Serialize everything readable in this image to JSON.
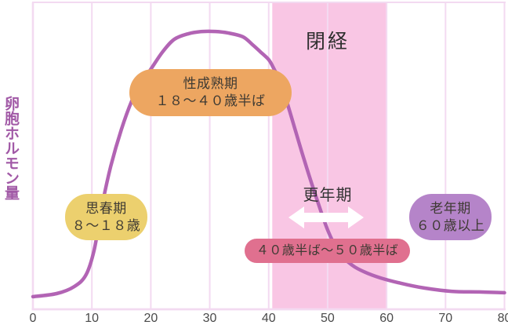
{
  "title_text": "",
  "colors": {
    "curve": "#b264b4",
    "grid": "#f3daf1",
    "band": "#f9c6e4",
    "puberty_pill": "#ecd06e",
    "maturity_pill": "#eda661",
    "range_pill": "#e0708f",
    "senior_pill": "#b584c9",
    "ylabel": "#a159a6",
    "text_dark": "#3a3a3a",
    "tick": "#4a4a4a",
    "arrow": "#ffffff"
  },
  "y_axis": {
    "label": "卵胞ホルモン量"
  },
  "x_axis": {
    "tick_labels": [
      "0",
      "10",
      "20",
      "30",
      "40",
      "50",
      "60",
      "70",
      "80"
    ]
  },
  "labels": {
    "menopause": "閉経",
    "kounenki": "更年期",
    "kounenki_range": "４０歳半ば～５０歳半ば",
    "puberty": {
      "title": "思春期",
      "range": "８～１８歳"
    },
    "maturity": {
      "title": "性成熟期",
      "range": "１８～４０歳半ば"
    },
    "senior": {
      "title": "老年期",
      "range": "６０歳以上"
    }
  },
  "chart_data": {
    "type": "line",
    "title": "",
    "ylabel": "卵胞ホルモン量",
    "xlim": [
      0,
      80
    ],
    "ylim": [
      0,
      1
    ],
    "y_scale_note": "relative hormone level (no numeric y ticks shown)",
    "grid": "vertical gridlines every 10 years",
    "x_ticks": [
      0,
      10,
      20,
      30,
      40,
      50,
      60,
      70,
      80
    ],
    "band": {
      "label": "閉経",
      "from_age": 40.6,
      "to_age": 60
    },
    "annotations": [
      {
        "text": "思春期 ８～１８歳",
        "age_range": [
          8,
          18
        ]
      },
      {
        "text": "性成熟期 １８～４０歳半ば",
        "age_range": [
          18,
          45
        ]
      },
      {
        "text": "更年期 ４０歳半ば～５０歳半ば",
        "age_range": [
          45,
          55
        ]
      },
      {
        "text": "老年期 ６０歳以上",
        "age_range": [
          60,
          80
        ]
      }
    ],
    "series": [
      {
        "name": "卵胞ホルモン量",
        "points": [
          [
            0,
            0.048
          ],
          [
            4,
            0.059
          ],
          [
            7,
            0.084
          ],
          [
            9,
            0.126
          ],
          [
            10.4,
            0.216
          ],
          [
            11.7,
            0.371
          ],
          [
            13.2,
            0.514
          ],
          [
            15,
            0.646
          ],
          [
            16.8,
            0.75
          ],
          [
            18.4,
            0.815
          ],
          [
            20,
            0.862
          ],
          [
            22,
            0.924
          ],
          [
            24,
            0.969
          ],
          [
            26.4,
            0.989
          ],
          [
            28.8,
            0.997
          ],
          [
            31,
            0.997
          ],
          [
            33,
            0.992
          ],
          [
            35.6,
            0.978
          ],
          [
            37.3,
            0.949
          ],
          [
            38.6,
            0.924
          ],
          [
            40,
            0.896
          ],
          [
            40.7,
            0.871
          ],
          [
            41.8,
            0.823
          ],
          [
            43,
            0.75
          ],
          [
            44.4,
            0.652
          ],
          [
            46,
            0.539
          ],
          [
            47.7,
            0.427
          ],
          [
            50,
            0.287
          ],
          [
            52,
            0.205
          ],
          [
            54.2,
            0.16
          ],
          [
            56.4,
            0.135
          ],
          [
            59,
            0.115
          ],
          [
            62.4,
            0.096
          ],
          [
            66.4,
            0.079
          ],
          [
            71,
            0.067
          ],
          [
            75.7,
            0.065
          ],
          [
            80,
            0.062
          ]
        ]
      }
    ]
  }
}
